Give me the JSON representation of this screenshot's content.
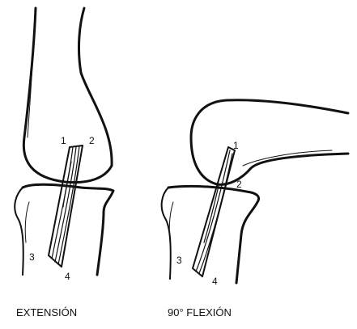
{
  "figure": {
    "left_panel": {
      "caption": "EXTENSIÓN",
      "points": [
        "1",
        "2",
        "3",
        "4"
      ]
    },
    "right_panel": {
      "caption": "90° FLEXIÓN",
      "points": [
        "1",
        "2",
        "3",
        "4"
      ]
    }
  },
  "colors": {
    "ink": "#111111",
    "background": "#ffffff"
  }
}
